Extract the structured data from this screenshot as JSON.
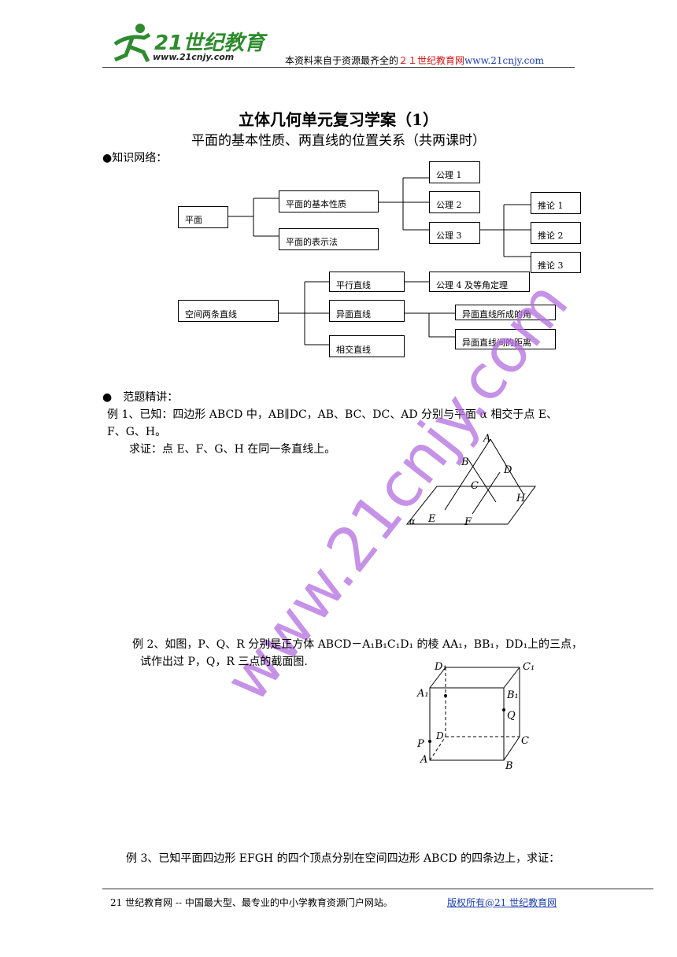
{
  "header": {
    "logo_text": "21世纪教育",
    "logo_url": "www.21cnjy.com",
    "source_prefix": "本资料来自于资源最齐全的",
    "source_site": "２１世纪教育网",
    "source_url": "www.21cnjy.com"
  },
  "title": "立体几何单元复习学案（1）",
  "subtitle": "平面的基本性质、两直线的位置关系（共两课时）",
  "knowledge_label": "●知识网络：",
  "tree": {
    "plane": "平面",
    "basic": "平面的基本性质",
    "repr": "平面的表示法",
    "ax1": "公理 1",
    "ax2": "公理 2",
    "ax3": "公理 3",
    "c1": "推论 1",
    "c2": "推论 2",
    "c3": "推论 3",
    "lines": "空间两条直线",
    "parallel": "平行直线",
    "skew": "异面直线",
    "intersect": "相交直线",
    "ax4": "公理 4 及等角定理",
    "angle": "异面直线所成的角",
    "dist": "异面直线间的距离"
  },
  "examples_label": "●　范题精讲：",
  "ex1": {
    "line1": "例 1、已知：四边形 ABCD 中，AB∥DC，AB、BC、DC、AD 分别与平面 α 相交于点 E、",
    "line2": "F、G、H。",
    "line3": "求证：点 E、F、G、H 在同一条直线上。"
  },
  "fig1_labels": {
    "A": "A",
    "B": "B",
    "C": "C",
    "D": "D",
    "H": "H",
    "E": "E",
    "F": "F",
    "alpha": "α"
  },
  "ex2": {
    "line1": "例 2、如图，P、Q、R 分别是正方体 ABCD－A₁B₁C₁D₁ 的棱 AA₁，BB₁，DD₁上的三点，",
    "line2": "试作出过 P，Q，R 三点的截面图."
  },
  "fig2_labels": {
    "D1": "D₁",
    "C1": "C₁",
    "A1": "A₁",
    "B1": "B₁",
    "Q": "Q",
    "D": "D",
    "C": "C",
    "P": "P",
    "A": "A",
    "B": "B"
  },
  "ex3": {
    "line1": "例 3、已知平面四边形 EFGH 的四个顶点分别在空间四边形 ABCD 的四条边上，求证："
  },
  "watermark": "www.21cnjy.com",
  "footer": {
    "left": "21 世纪教育网 -- 中国最大型、最专业的中小学教育资源门户网站。",
    "right": "版权所有@21 世纪教育网"
  },
  "colors": {
    "logo_green": "#2e8b2e",
    "header_red": "#d01010",
    "link_blue": "#1c3fb0",
    "watermark": "#b46ee0"
  }
}
